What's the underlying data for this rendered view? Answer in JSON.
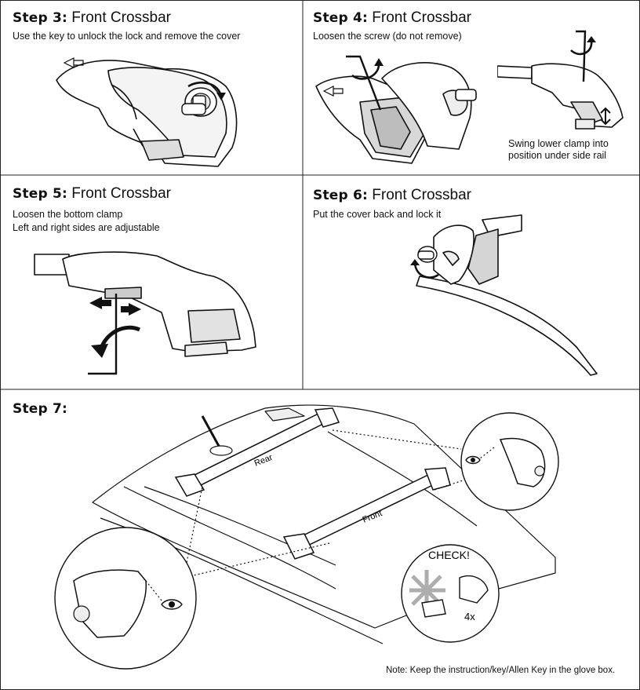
{
  "steps": {
    "step3": {
      "label": "Step 3:",
      "title": "Front Crossbar",
      "desc": "Use the key to unlock the lock and remove the cover"
    },
    "step4": {
      "label": "Step 4:",
      "title": "Front Crossbar",
      "desc": "Loosen the screw (do not remove)",
      "caption_line1": "Swing lower clamp  into",
      "caption_line2": "position under side rail"
    },
    "step5": {
      "label": "Step 5:",
      "title": "Front Crossbar",
      "desc_line1": "Loosen the bottom clamp",
      "desc_line2": "Left and right sides are adjustable"
    },
    "step6": {
      "label": "Step 6:",
      "title": "Front Crossbar",
      "desc": "Put the cover back and lock it"
    },
    "step7": {
      "label": "Step 7:",
      "rear_label": "Rear",
      "front_label": "Front",
      "check_label": "CHECK!",
      "count_label": "4x"
    }
  },
  "footer": {
    "note": "Note: Keep the instruction/key/Allen Key in the glove box."
  },
  "icons": [
    "key-icon",
    "allen-key-icon",
    "rotate-arrow-icon",
    "double-arrow-icon",
    "eye-icon",
    "check-hand-icon"
  ]
}
